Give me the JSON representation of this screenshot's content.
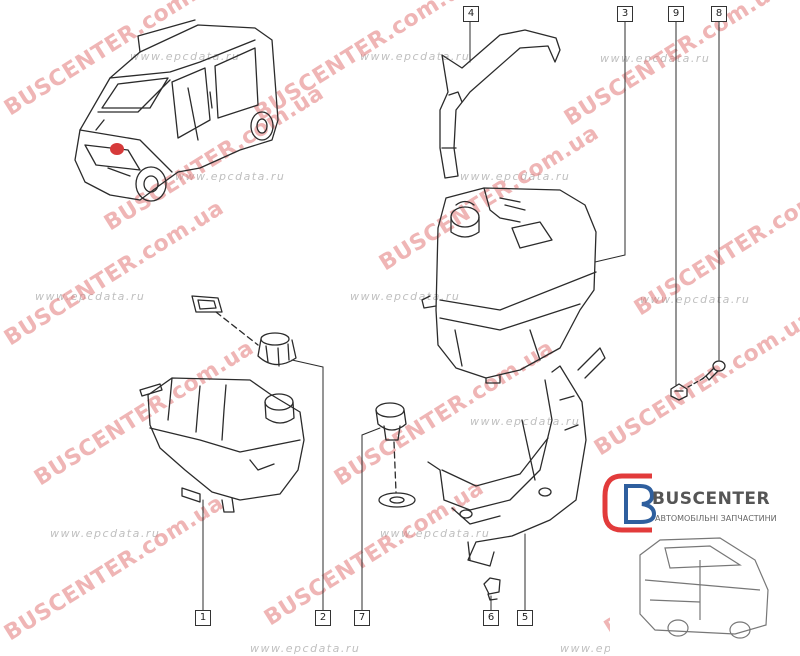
{
  "diagram": {
    "callouts": [
      {
        "id": "part-1",
        "label": "1"
      },
      {
        "id": "part-2",
        "label": "2"
      },
      {
        "id": "part-3",
        "label": "3"
      },
      {
        "id": "part-4",
        "label": "4"
      },
      {
        "id": "part-5",
        "label": "5"
      },
      {
        "id": "part-6",
        "label": "6"
      },
      {
        "id": "part-7",
        "label": "7"
      },
      {
        "id": "part-8",
        "label": "8"
      },
      {
        "id": "part-9",
        "label": "9"
      }
    ]
  },
  "watermarks": {
    "brand": "BUSCENTER.com.ua",
    "site": "www.epcdata.ru"
  },
  "logo": {
    "brand": "BUSCENTER",
    "subtitle": "АВТОМОБІЛЬНІ ЗАПЧАСТИНИ",
    "colors": {
      "blue": "#2e5f9e",
      "red": "#e23b3b",
      "grey": "#666666"
    }
  },
  "colors": {
    "line": "#2b2b2b",
    "watermark_red": "#e27878",
    "watermark_grey": "#aaaaaa"
  }
}
